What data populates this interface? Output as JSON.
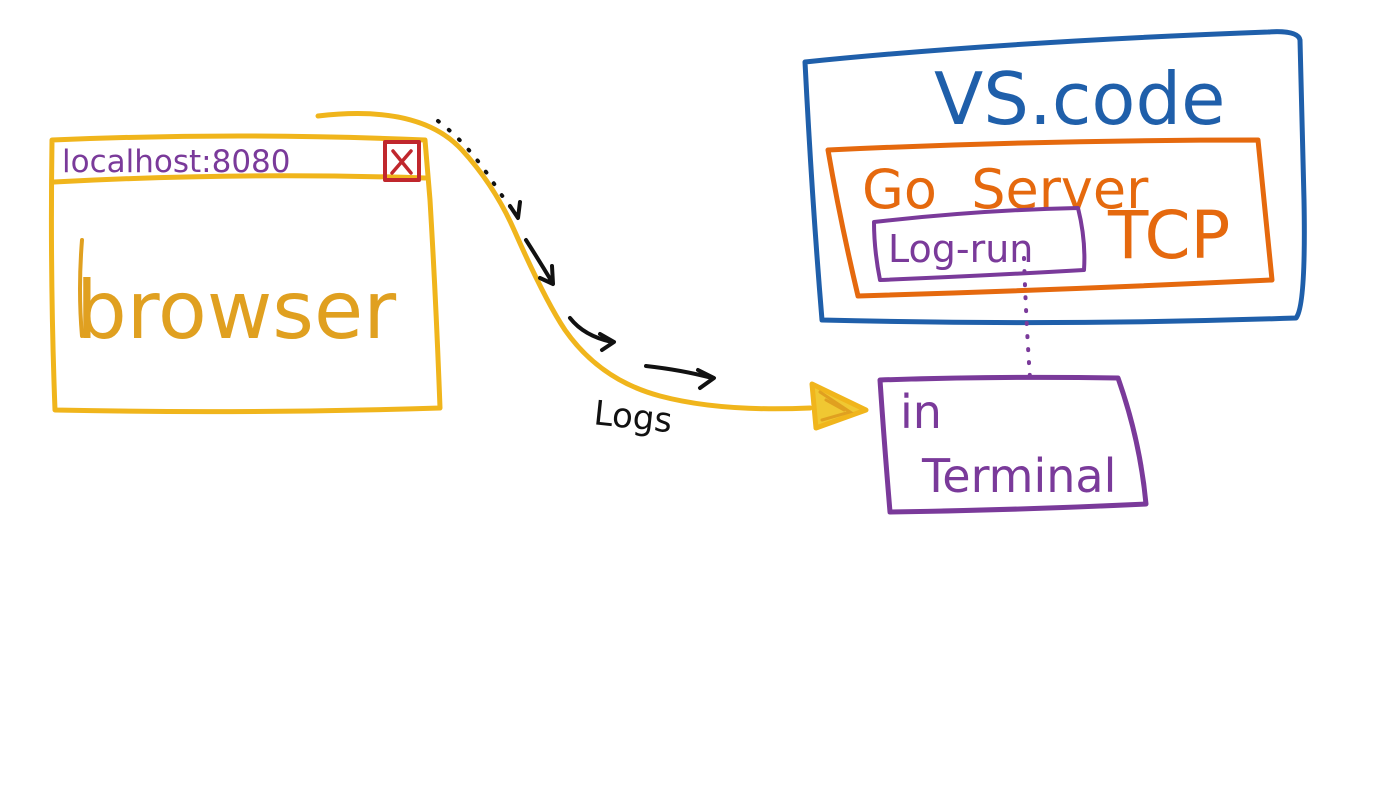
{
  "colors": {
    "browser": "#f0b51c",
    "browser_text": "#e0a020",
    "url_text": "#7a3a9a",
    "close": "#c0272d",
    "vscode": "#1f5faa",
    "server": "#e5690e",
    "logrun": "#7a3a9a",
    "terminal": "#7a3a9a",
    "ink": "#111111"
  },
  "browser": {
    "url": "localhost:8080",
    "label": "browser",
    "close_icon": "close-icon"
  },
  "flow": {
    "label": "Logs"
  },
  "vscode": {
    "title": "VS.code",
    "server": {
      "title": "Go  Server",
      "protocol": "TCP",
      "module": "Log-run"
    }
  },
  "terminal": {
    "line1": "in",
    "line2": "Terminal"
  }
}
